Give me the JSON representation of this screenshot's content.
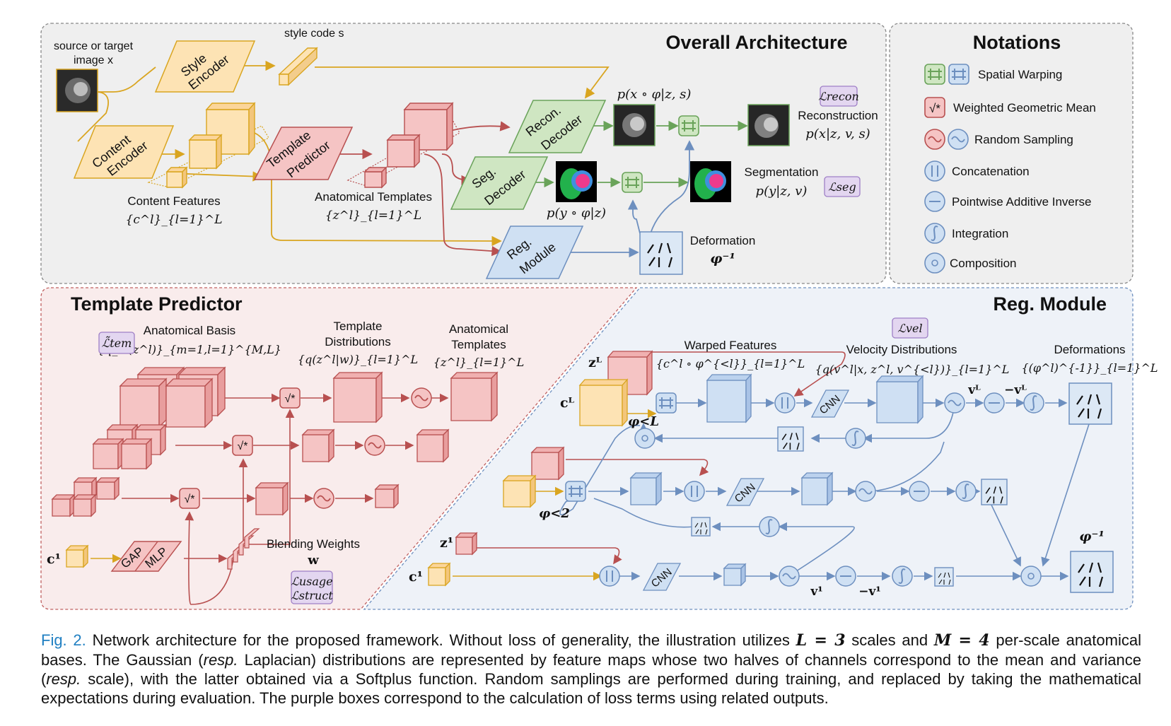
{
  "panels": {
    "overall": "Overall Architecture",
    "notations": "Notations",
    "template_predictor": "Template Predictor",
    "reg_module": "Reg. Module"
  },
  "overall": {
    "source_label_1": "source or target",
    "source_label_2": "image x",
    "style_code": "style code s",
    "style_encoder_1": "Style",
    "style_encoder_2": "Encoder",
    "content_encoder_1": "Content",
    "content_encoder_2": "Encoder",
    "template_predictor_1": "Template",
    "template_predictor_2": "Predictor",
    "recon_decoder_1": "Recon.",
    "recon_decoder_2": "Decoder",
    "seg_decoder_1": "Seg.",
    "seg_decoder_2": "Decoder",
    "reg_module_1": "Reg.",
    "reg_module_2": "Module",
    "content_features": "Content Features",
    "content_features_math": "{c^l}_{l=1}^L",
    "anatomical_templates": "Anatomical Templates",
    "anatomical_templates_math": "{z^l}_{l=1}^L",
    "p_x_phi": "p(x ∘ φ|z, s)",
    "p_y_phi": "p(y ∘ φ|z)",
    "reconstruction": "Reconstruction",
    "reconstruction_math": "p(x|z, v, s)",
    "segmentation": "Segmentation",
    "segmentation_math": "p(y|z, v)",
    "deformation": "Deformation",
    "deformation_math": "φ⁻¹",
    "loss_recon": "ℒrecon",
    "loss_seg": "ℒseg"
  },
  "notations": [
    {
      "label": "Spatial Warping"
    },
    {
      "label": "Weighted Geometric Mean"
    },
    {
      "label": "Random Sampling"
    },
    {
      "label": "Concatenation"
    },
    {
      "label": "Pointwise Additive Inverse"
    },
    {
      "label": "Integration"
    },
    {
      "label": "Composition"
    }
  ],
  "template_predictor": {
    "anatomical_basis": "Anatomical Basis",
    "anatomical_basis_math": "{q_m(z^l)}_{m=1,l=1}^{M,L}",
    "loss_tem": "ℒ̃tem",
    "template_distributions_1": "Template",
    "template_distributions_2": "Distributions",
    "template_distributions_math": "{q(z^l|w)}_{l=1}^L",
    "anatomical_templates_1": "Anatomical",
    "anatomical_templates_2": "Templates",
    "anatomical_templates_math": "{z^l}_{l=1}^L",
    "c1": "c¹",
    "gap": "GAP",
    "mlp": "MLP",
    "blending_weights": "Blending Weights",
    "w": "w",
    "loss_usage": "ℒusage",
    "loss_struct": "ℒstruct"
  },
  "reg_module": {
    "zL": "zᴸ",
    "cL": "cᴸ",
    "phi_ltL": "φ<L",
    "phi_lt2": "φ<2",
    "z1": "z¹",
    "c1": "c¹",
    "warped_features": "Warped Features",
    "warped_features_math": "{c^l ∘ φ^{<l}}_{l=1}^L",
    "velocity_distributions": "Velocity Distributions",
    "velocity_distributions_math": "{q(v^l|x, z^l, v^{<l})}_{l=1}^L",
    "deformations": "Deformations",
    "deformations_math": "{(φ^l)^{-1}}_{l=1}^L",
    "loss_vel": "ℒvel",
    "vL": "vᴸ",
    "neg_vL": "−vᴸ",
    "v1": "v¹",
    "neg_v1": "−v¹",
    "phi_inv": "φ⁻¹",
    "cnn": "CNN"
  },
  "colors": {
    "yellow_fill": "#fde3b4",
    "yellow_stroke": "#d9a520",
    "red_fill": "#f5c4c4",
    "red_stroke": "#b85050",
    "green_fill": "#cfe6c2",
    "green_stroke": "#6aa35a",
    "blue_fill": "#cfe0f3",
    "blue_stroke": "#6d8fbf",
    "purple_fill": "#e3d6f0",
    "purple_stroke": "#9f7fc6",
    "caption_link": "#1f7fc2"
  },
  "caption": {
    "fig_label": "Fig. 2.",
    "text_1": "Network architecture for the proposed framework. Without loss of generality, the illustration utilizes",
    "L_eq": "L = 3",
    "text_2": "scales and",
    "M_eq": "M = 4",
    "text_3": "per-scale anatomical bases. The Gaussian (",
    "resp_1": "resp.",
    "text_4": "Laplacian) distributions are represented by feature maps whose two halves of channels correspond to the mean and variance (",
    "resp_2": "resp.",
    "text_5": "scale), with the latter obtained via a Softplus function. Random samplings are performed during training, and replaced by taking the mathematical expectations during evaluation. The purple boxes correspond to the calculation of loss terms using related outputs."
  }
}
